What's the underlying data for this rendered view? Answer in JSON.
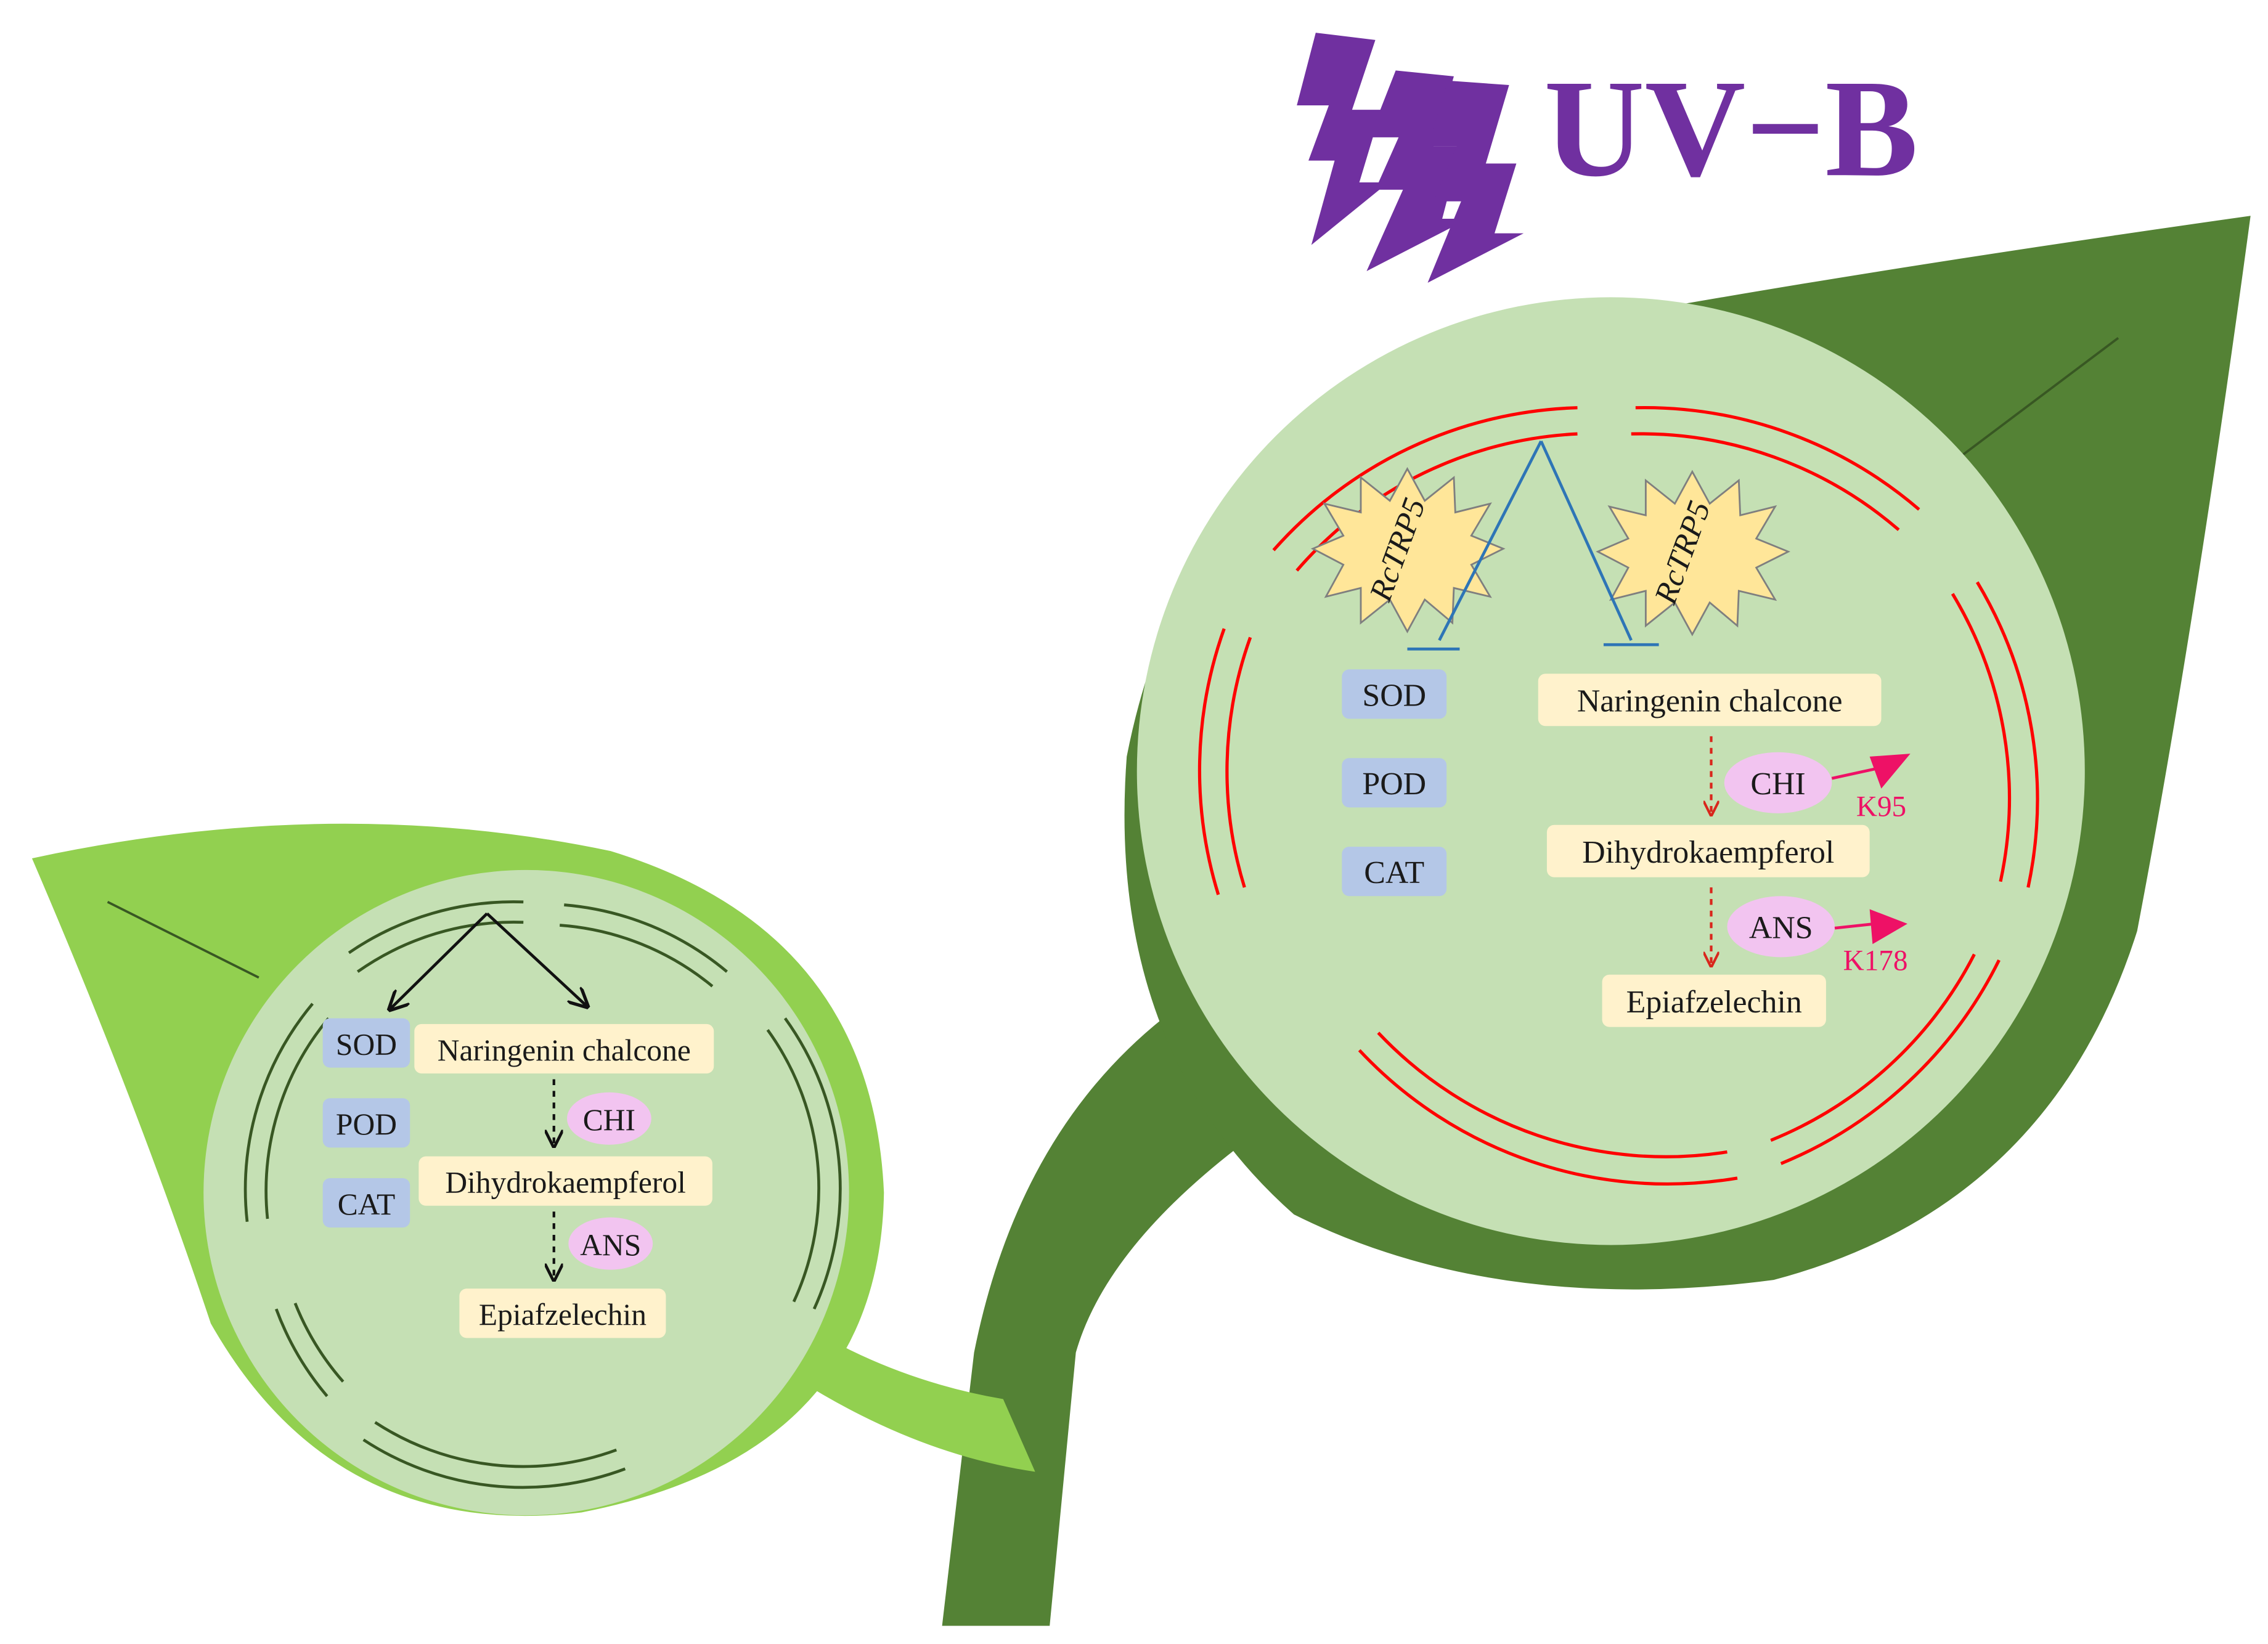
{
  "colors": {
    "uv": "#7030a0",
    "site": "#ee1166",
    "pink_node": "#f2c4f0",
    "blue_box": "#b4c7e7",
    "yellow_box": "#fff2cc",
    "dark_leaf": "#548235",
    "light_leaf": "#92d050",
    "cell": "#c5e0b4",
    "membrane_red": "#ff0000",
    "membrane_green": "#385723",
    "inhibit_blue": "#2e75b6",
    "star": "#ffe699"
  },
  "stress": {
    "label": "UV−B",
    "icon": "lightning-bolt-icon"
  },
  "control_cell": {
    "enzymes": [
      "SOD",
      "POD",
      "CAT"
    ],
    "metabolites": [
      "Naringenin chalcone",
      "Dihydrokaempferol",
      "Epiafzelechin"
    ],
    "catalysts": [
      "CHI",
      "ANS"
    ]
  },
  "treated_cell": {
    "regulator": "RcTRP5",
    "enzymes": [
      "SOD",
      "POD",
      "CAT"
    ],
    "metabolites": [
      "Naringenin chalcone",
      "Dihydrokaempferol",
      "Epiafzelechin"
    ],
    "catalysts": [
      "CHI",
      "ANS"
    ],
    "sites": [
      "K95",
      "K178"
    ]
  }
}
